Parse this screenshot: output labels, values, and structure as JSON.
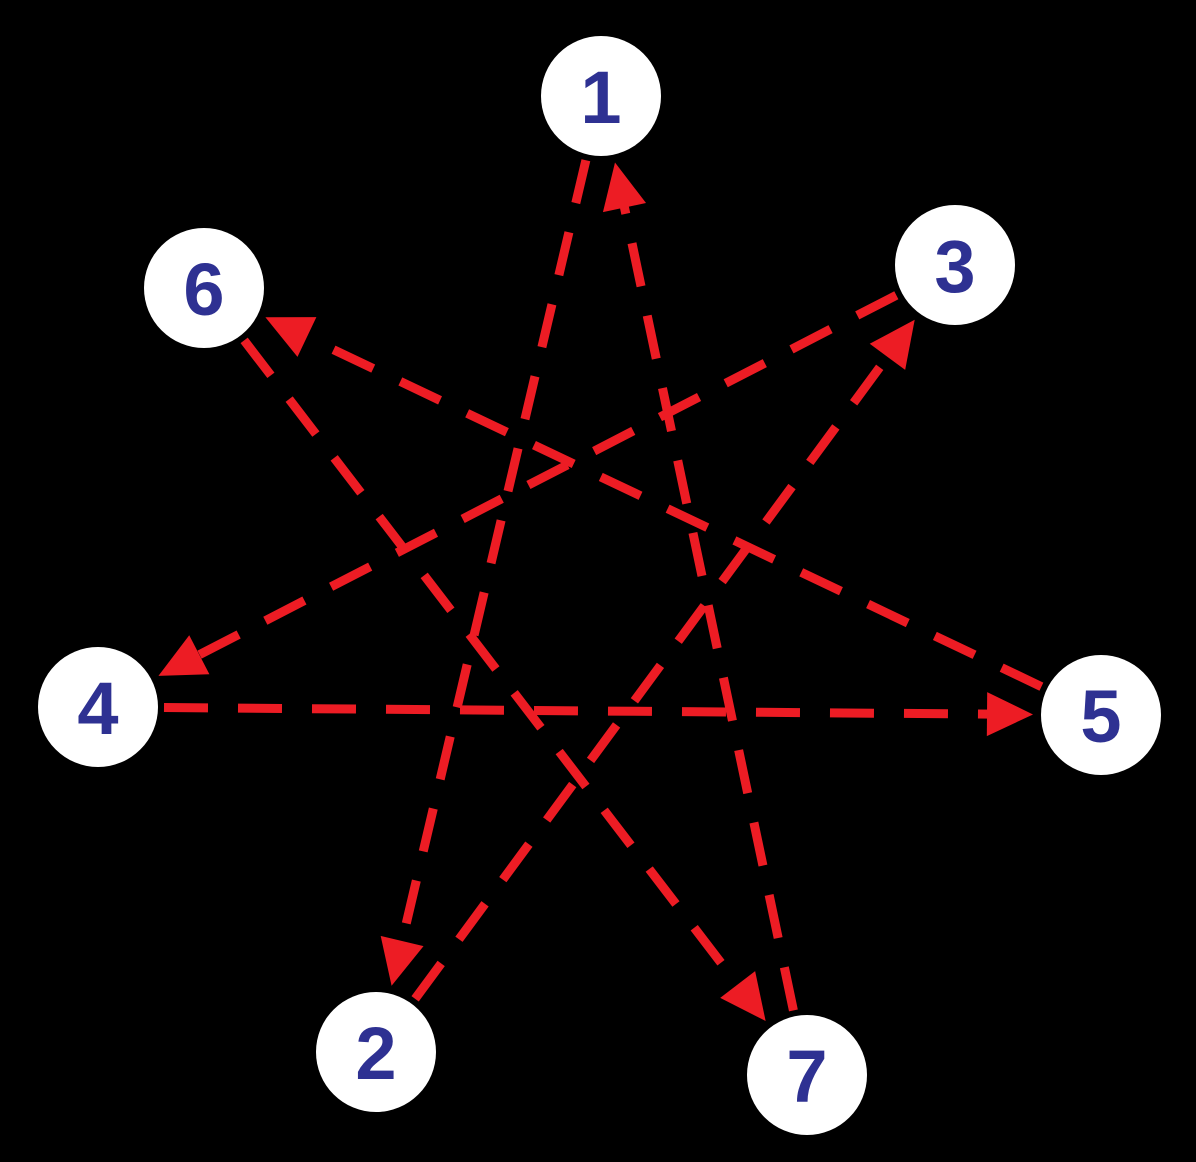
{
  "diagram": {
    "background_color": "#000000",
    "arrow_color": "#ed1c24",
    "node_fill": "#ffffff",
    "label_color": "#2e3192",
    "nodes": [
      {
        "id": "1",
        "label": "1"
      },
      {
        "id": "2",
        "label": "2"
      },
      {
        "id": "3",
        "label": "3"
      },
      {
        "id": "4",
        "label": "4"
      },
      {
        "id": "5",
        "label": "5"
      },
      {
        "id": "6",
        "label": "6"
      },
      {
        "id": "7",
        "label": "7"
      }
    ],
    "edges": [
      {
        "from": "1",
        "to": "2",
        "style": "dashed",
        "arrowhead": true
      },
      {
        "from": "2",
        "to": "3",
        "style": "dashed",
        "arrowhead": true
      },
      {
        "from": "3",
        "to": "4",
        "style": "dashed",
        "arrowhead": true
      },
      {
        "from": "4",
        "to": "5",
        "style": "dashed",
        "arrowhead": true
      },
      {
        "from": "5",
        "to": "6",
        "style": "dashed",
        "arrowhead": true
      },
      {
        "from": "6",
        "to": "7",
        "style": "dashed",
        "arrowhead": true
      },
      {
        "from": "7",
        "to": "1",
        "style": "dashed",
        "arrowhead": true
      }
    ]
  }
}
